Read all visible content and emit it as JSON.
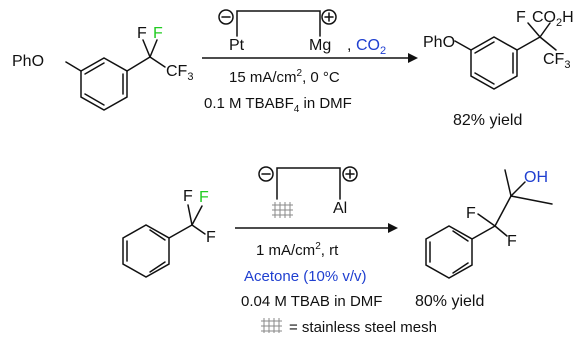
{
  "colors": {
    "ink": "#111111",
    "fluorine_highlight": "#22cc22",
    "reagent_blue": "#1f3fd0",
    "mesh_gray": "#888888"
  },
  "reaction1": {
    "reactant": {
      "substituent": "PhO",
      "atom_f": "F",
      "atom_f_highlight": "F",
      "group_cf": "CF",
      "group_sub": "3"
    },
    "cell": {
      "cathode_sign": "⊖",
      "anode_sign": "⊕",
      "cathode": "Pt",
      "anode": "Mg",
      "separator": ",",
      "reagent": "CO",
      "reagent_sub": "2"
    },
    "conditions": {
      "current": "15 mA/cm",
      "current_sup": "2",
      "temperature": ", 0 °C",
      "electrolyte_pre": "0.1 M TBABF",
      "electrolyte_sub": "4",
      "electrolyte_post": " in DMF"
    },
    "product": {
      "substituent": "PhO",
      "atom_f": "F",
      "acid_co": "CO",
      "acid_sub": "2",
      "acid_h": "H",
      "group_cf": "CF",
      "group_sub": "3"
    },
    "yield": "82% yield"
  },
  "reaction2": {
    "reactant": {
      "atom_f_top": "F",
      "atom_f_highlight": "F",
      "atom_f_right": "F"
    },
    "cell": {
      "cathode_sign": "⊖",
      "anode_sign": "⊕",
      "anode": "Al"
    },
    "conditions": {
      "current": "1 mA/cm",
      "current_sup": "2",
      "temperature": ", rt",
      "additive": "Acetone (10% v/v)",
      "electrolyte": "0.04 M TBAB in DMF"
    },
    "product": {
      "hydroxyl": "OH",
      "atom_f_left": "F",
      "atom_f_right": "F"
    },
    "yield": "80% yield"
  },
  "legend": {
    "mesh_definition": "= stainless steel mesh"
  }
}
